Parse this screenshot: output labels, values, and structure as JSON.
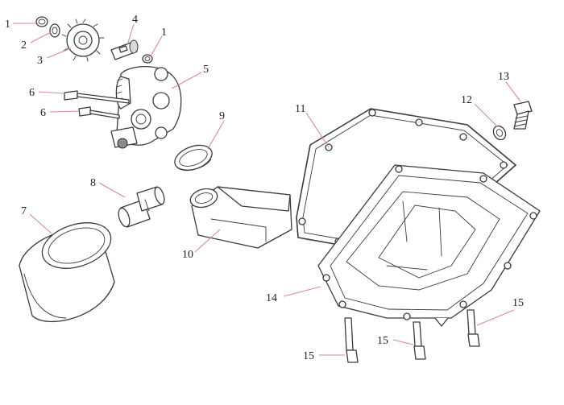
{
  "callouts": {
    "c1a": "1",
    "c1b": "1",
    "c2": "2",
    "c3": "3",
    "c4": "4",
    "c5": "5",
    "c6a": "6",
    "c6b": "6",
    "c7": "7",
    "c8": "8",
    "c9": "9",
    "c10": "10",
    "c11": "11",
    "c12": "12",
    "c13": "13",
    "c14": "14",
    "c15a": "15",
    "c15b": "15",
    "c15c": "15",
    "c15d": "15"
  },
  "colors": {
    "leader_line": "#d88a95",
    "outline": "#3a3a3a",
    "background": "#ffffff"
  }
}
